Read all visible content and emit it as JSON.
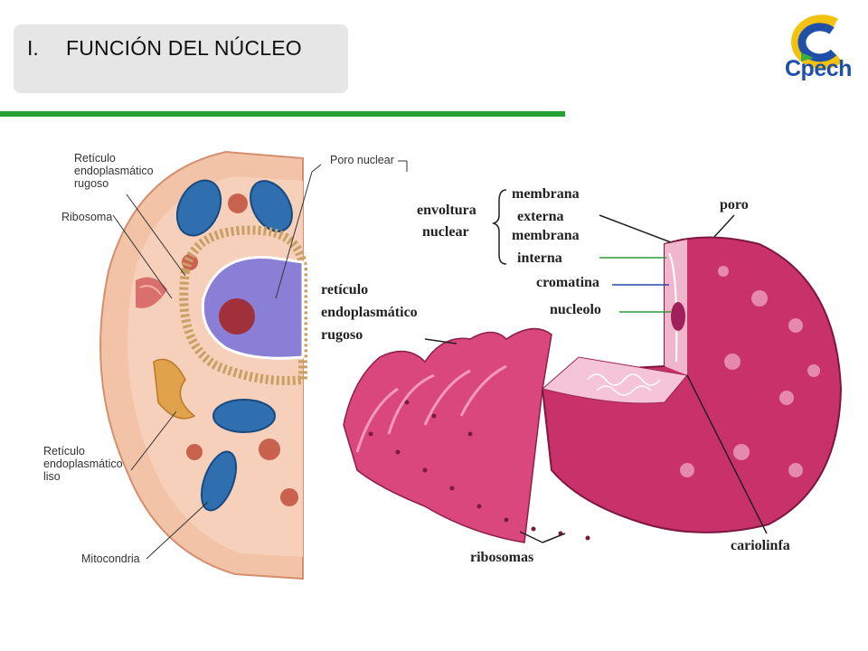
{
  "header": {
    "number": "I.",
    "title": "FUNCIÓN DEL NÚCLEO"
  },
  "logo": {
    "text": "Cpech",
    "colors": {
      "yellow": "#f2c20f",
      "blue": "#1f4fa8",
      "green": "#3cae3a"
    }
  },
  "accent": "#22a034",
  "cell_labels": {
    "rer_line1": "Retículo",
    "rer_line2": "endoplasmático",
    "rer_line3": "rugoso",
    "ribosoma": "Ribosoma",
    "poro_nuclear": "Poro nuclear",
    "rel_line1": "Retículo",
    "rel_line2": "endoplasmático",
    "rel_line3": "liso",
    "mitocondria": "Mitocondria"
  },
  "nucleus_labels": {
    "envoltura": "envoltura",
    "nuclear": "nuclear",
    "membrana_ext": "membrana",
    "externa": "externa",
    "membrana_int": "membrana",
    "interna": "interna",
    "poro": "poro",
    "cromatina": "cromatina",
    "nucleolo": "nucleolo",
    "reticulo": "retículo",
    "endoplasmatico": "endoplasmático",
    "rugoso": "rugoso",
    "ribosomas": "ribosomas",
    "cariolinfa": "cariolinfa"
  }
}
